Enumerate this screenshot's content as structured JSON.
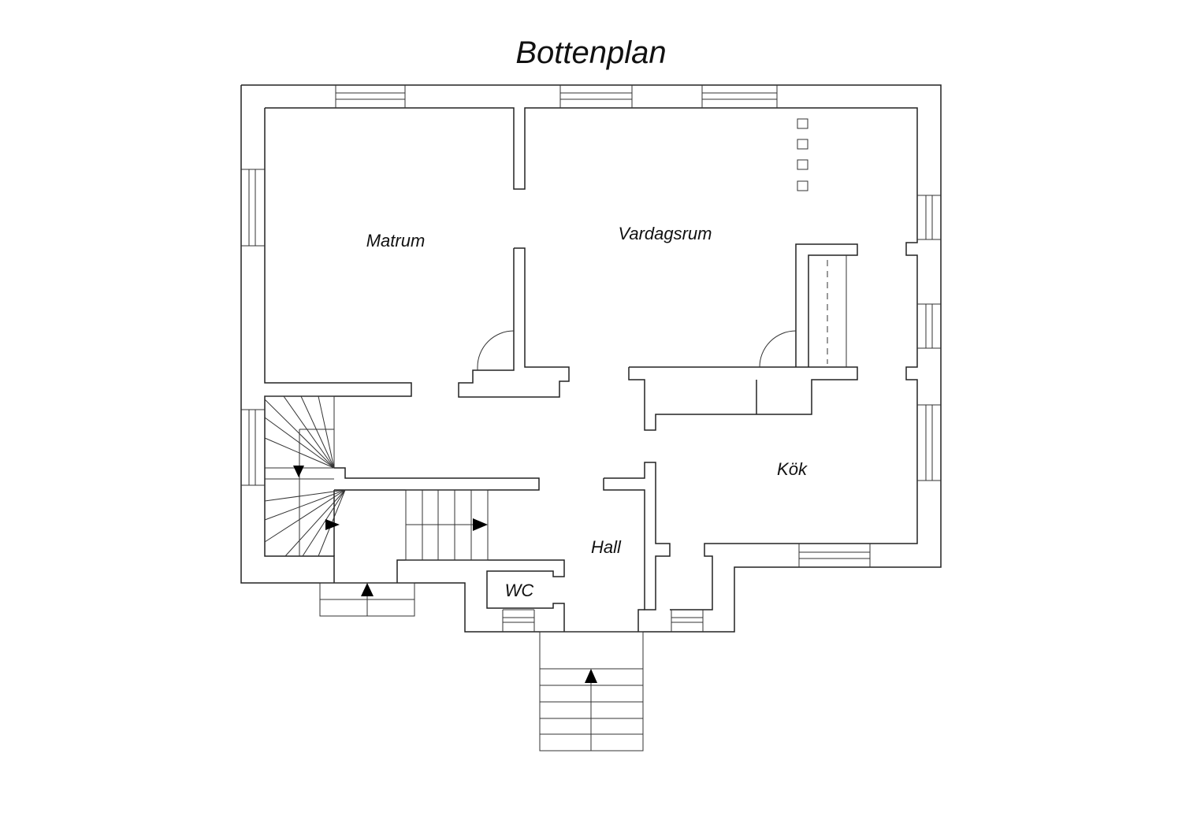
{
  "title": "Bottenplan",
  "rooms": {
    "matrum": "Matrum",
    "vardagsrum": "Vardagsrum",
    "kok": "Kök",
    "hall": "Hall",
    "wc": "WC"
  },
  "colors": {
    "line": "#222222",
    "background": "#ffffff"
  }
}
